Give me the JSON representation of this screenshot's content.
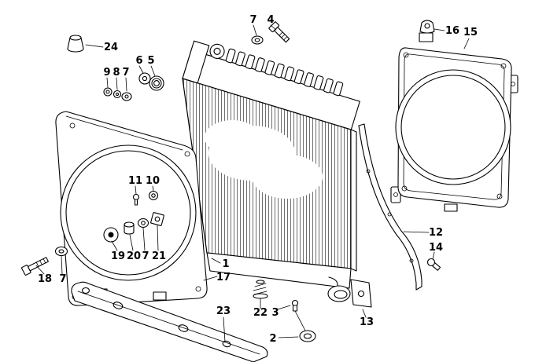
{
  "diagram": {
    "description": "Exploded line-drawing parts diagram: radiator, left and right fan shrouds, gasket strip, support bar and mounting hardware",
    "colors": {
      "background": "#ffffff",
      "line": "#000000",
      "fins": "#4a4a4a"
    },
    "callouts": [
      {
        "id": "7-top",
        "label": "7"
      },
      {
        "id": "4",
        "label": "4"
      },
      {
        "id": "16",
        "label": "16"
      },
      {
        "id": "15",
        "label": "15"
      },
      {
        "id": "24",
        "label": "24"
      },
      {
        "id": "9",
        "label": "9"
      },
      {
        "id": "8",
        "label": "8"
      },
      {
        "id": "7-upper-left",
        "label": "7"
      },
      {
        "id": "6",
        "label": "6"
      },
      {
        "id": "5",
        "label": "5"
      },
      {
        "id": "11",
        "label": "11"
      },
      {
        "id": "10",
        "label": "10"
      },
      {
        "id": "19",
        "label": "19"
      },
      {
        "id": "20",
        "label": "20"
      },
      {
        "id": "7-hub",
        "label": "7"
      },
      {
        "id": "21",
        "label": "21"
      },
      {
        "id": "18",
        "label": "18"
      },
      {
        "id": "7-lower-left",
        "label": "7"
      },
      {
        "id": "1",
        "label": "1"
      },
      {
        "id": "17",
        "label": "17"
      },
      {
        "id": "23",
        "label": "23"
      },
      {
        "id": "22",
        "label": "22"
      },
      {
        "id": "3",
        "label": "3"
      },
      {
        "id": "2",
        "label": "2"
      },
      {
        "id": "12",
        "label": "12"
      },
      {
        "id": "14",
        "label": "14"
      },
      {
        "id": "13",
        "label": "13"
      }
    ]
  }
}
